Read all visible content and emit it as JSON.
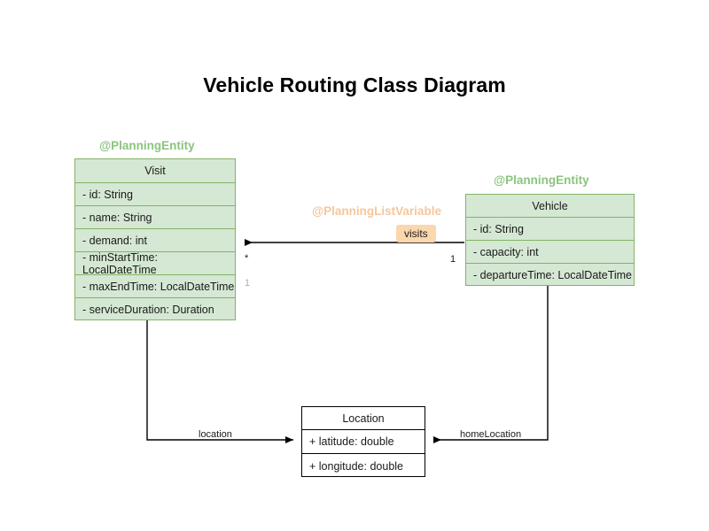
{
  "title": "Vehicle Routing Class Diagram",
  "classes": {
    "visit": {
      "stereotype": "@PlanningEntity",
      "name": "Visit",
      "attributes": [
        "- id: String",
        "- name: String",
        "- demand: int",
        "- minStartTime: LocalDateTime",
        "- maxEndTime: LocalDateTime",
        "- serviceDuration: Duration"
      ]
    },
    "vehicle": {
      "stereotype": "@PlanningEntity",
      "name": "Vehicle",
      "attributes": [
        "- id: String",
        "- capacity: int",
        "- departureTime: LocalDateTime"
      ]
    },
    "location": {
      "stereotype": "",
      "name": "Location",
      "attributes": [
        "+ latitude: double",
        "+ longitude: double"
      ]
    }
  },
  "relationships": {
    "visits": {
      "stereotype": "@PlanningListVariable",
      "label": "visits",
      "source_multiplicity": "1",
      "target_multiplicity": "*",
      "inverse_multiplicity": "1"
    },
    "visit_location": {
      "label": "location"
    },
    "vehicle_home_location": {
      "label": "homeLocation"
    }
  },
  "colors": {
    "entity_fill": "#d5e8d4",
    "entity_border": "#82b366",
    "plain_fill": "#ffffff",
    "plain_border": "#000000",
    "annotation_green": "#8bc47f",
    "annotation_orange": "#f6c69a",
    "badge_fill": "#fad7ac",
    "muted_multiplicity": "#b9a2cf",
    "line": "#000000"
  }
}
